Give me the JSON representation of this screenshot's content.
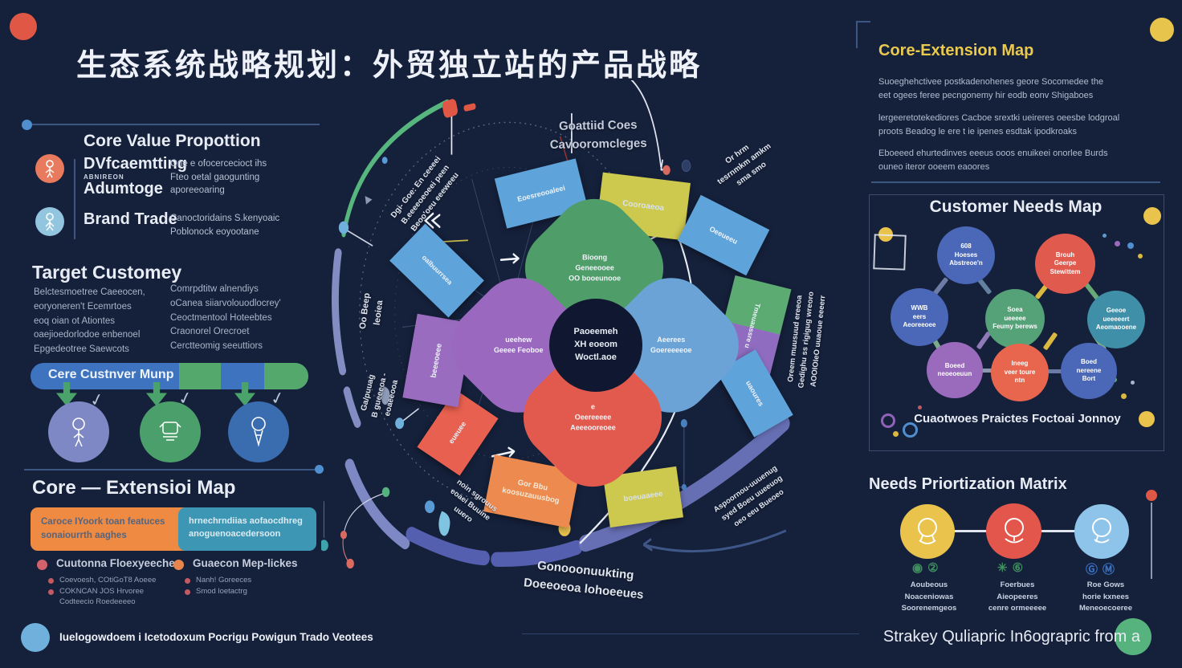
{
  "header": {
    "title": "生态系统战略规划：外贸独立站的产品战略"
  },
  "left": {
    "core_value": {
      "heading": "Core Value Propottion",
      "item1_label": "DVfcaemtting",
      "item1_sub": "ABNIREON",
      "item1_label2": "Adumtoge",
      "item1_desc": "One e ofocercecioct ihs\nFteo oetal gaogunting\naporeeoaring",
      "item2_label": "Brand Trade",
      "item2_desc": "Canoctoridains S.kenyoaic\nPoblonock eoyootane"
    },
    "target": {
      "heading": "Target Customey",
      "col1": "Belctesmoetree Caeeocen,\neoryoneren't Ecemrtoes\neoq oian ot Ationtes\noaejioedorlodoe enbenoel\nEpgedeotree Saewcots",
      "col2": "Comrpdtitw alnendiys\noCanea siiarvolouodlocrey'\nCeoctmentool Hoteebtes\nCraonorel Orecroet\nCerctteomig seeuttiors"
    },
    "customer_map": {
      "label": "Cere Custnver Munp"
    },
    "core_extension": {
      "heading": "Core — Extensioi Map",
      "card_orange": "Caroce IYoork toan featuces\nsonaiourrth aaghes",
      "card_teal": "hrnechrndiias aofaocdhreg\nanoguenoacedersoon",
      "list1_header": "Cuutonna Floexyeeches",
      "list1_items": [
        "Coevoesh, COtiGoT8 Aoeee",
        "COKNCAN JOS Hrvoree",
        "Codteecio Roedeeeeo"
      ],
      "list2_header": "Guaecon Mep-lickes",
      "list2_items": [
        "Nanh! Goreeces",
        "Smod loetactrg"
      ]
    }
  },
  "right": {
    "core_ext_map": {
      "heading": "Core-Extension Map",
      "p1": "Suoeghehctivee postkadenohenes geore Socomedee the\neet ogees feree pecngonemy hir eodb eonv Shigaboes",
      "p2": "lergeeretotekediores Cacboe srextki ueireres oeesbe lodgroal\nproots Beadog le ere t ie ipenes esdtak ipodkroaks",
      "p3": "Eboeeed ehurtedinves eeeus ooos enuikeei onorlee Burds\nouneo iteror ooeem eaoores"
    },
    "needs_map": {
      "heading": "Customer Needs Map",
      "caption": "Cuaotwoes Praictes Foctoai Jonnoy",
      "nodes": [
        {
          "label": "608\nHoeses\nAbstreoe'n",
          "color": "#4a67b8"
        },
        {
          "label": "Brouh\nGeerpe\nStewittem",
          "color": "#e15a4e"
        },
        {
          "label": "WWB\neers\nAeoreeoee",
          "color": "#4a67b8"
        },
        {
          "label": "Soea\nueeeee\nFeumy berews",
          "color": "#55a178"
        },
        {
          "label": "Geeoe\nueeeeert\nAeomaooene",
          "color": "#3f8fa8"
        },
        {
          "label": "Boeed\nneoeoeuun",
          "color": "#9a6bbd"
        },
        {
          "label": "Ineeg\nveer toure\nntn",
          "color": "#e8664d"
        },
        {
          "label": "Boed\nnereene\nBort",
          "color": "#4a67b8"
        }
      ]
    },
    "matrix": {
      "heading": "Needs Priortization Matrix",
      "col1": "Aoubeous\nNoaceniowas\nSoorenemgeos",
      "col2": "Foerbues\nAieopeeres\ncenre ormeeeee",
      "col3": "Roe Gows\nhorie kxnees\nMeneoecoeree",
      "glyphs1": [
        "◉",
        "②"
      ],
      "glyphs2": [
        "✳",
        "⑥"
      ],
      "glyphs3": [
        "Ⓖ",
        "Ⓜ"
      ]
    }
  },
  "center": {
    "top_label": "Goattiid Coes\nCavooromcleges",
    "hub": "Paoeemeh\nXH eoeom\nWoctl.aoe",
    "petal_top": "Bioong\nGeneeooee\nOO booeunooe",
    "petal_left": "ueehew\nGeeee Feoboe",
    "petal_right": "Aeerees\nGoereeeeoe",
    "petal_bottom": "e\nOeereeeee\nAeeeooreoee",
    "rects": {
      "blue_tl": "Eoesreooaleei",
      "yellow_top": "Cooroaeoa",
      "blue_tr": "Oeeueeu",
      "twotone": "Tmeuaassre u",
      "blue_r": "uaoures",
      "yellow_br": "boeuaaeee",
      "orange_b": "Gor Bbu\nkoosuzauusbog",
      "red_bl": "eueuee",
      "purple_l": "beeeoeee",
      "blue_ul": "oalbuurrsea"
    },
    "labels": {
      "arc_tl": "Dgi- Goe: En ceeeei\nB.eeeeoeoeei peen\nBeoo'oeu eeeweeu",
      "left_v": "Oo Beep\nleoiea",
      "left_v2": "Ga/puuag\nB gueeeoa -\neoaeeooa",
      "bottom_l": "noin sgrouus\neoaei Buuine\nuuero",
      "top_r": "Or hrm\ntesrnmkm amkm\nsma smo",
      "right_v": "Oreem muusuud ereeoa\nGedighu ss rigigug wreoro\nAOOIOIeO uuaoue eeeerr",
      "bottom_r": "Aspoornou-uuuenug\nsyed Boeu uueeuog\noeo eeu Bueoeo",
      "bottom_c": "Gonooonuukting\nDoeeoeoa lohoeeues"
    }
  },
  "footer": {
    "left": "Iuelogowdoem i Icetodoxum Pocrigu Powigun Trado Veotees",
    "right": "Strakey Quliapric In6ograpric from a"
  },
  "accents": {
    "red": "#e05845",
    "yellow": "#e8c44c",
    "green": "#57b37e",
    "blue": "#5b9bd5"
  }
}
